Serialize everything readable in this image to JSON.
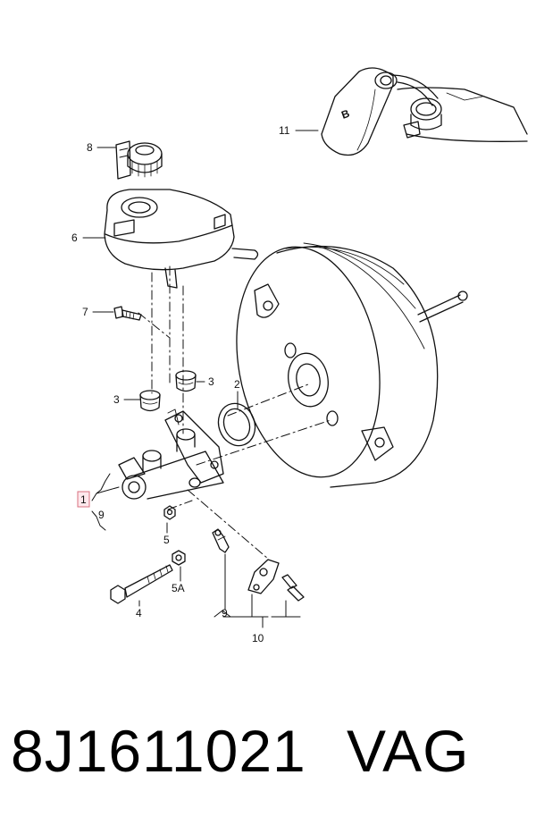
{
  "callouts": {
    "c1": "1",
    "c2": "2",
    "c3a": "3",
    "c3b": "3",
    "c4": "4",
    "c5": "5",
    "c5a": "5A",
    "c6": "6",
    "c7": "7",
    "c8": "8",
    "c9a": "9",
    "c9b": "9",
    "c10": "10",
    "c11": "11"
  },
  "reservoir_cap_letter": "B",
  "footer": {
    "part_number": "8J1611021",
    "brand": "VAG"
  },
  "colors": {
    "line": "#111111",
    "highlight_fill": "#fde8ec",
    "highlight_stroke": "#d9707f"
  }
}
